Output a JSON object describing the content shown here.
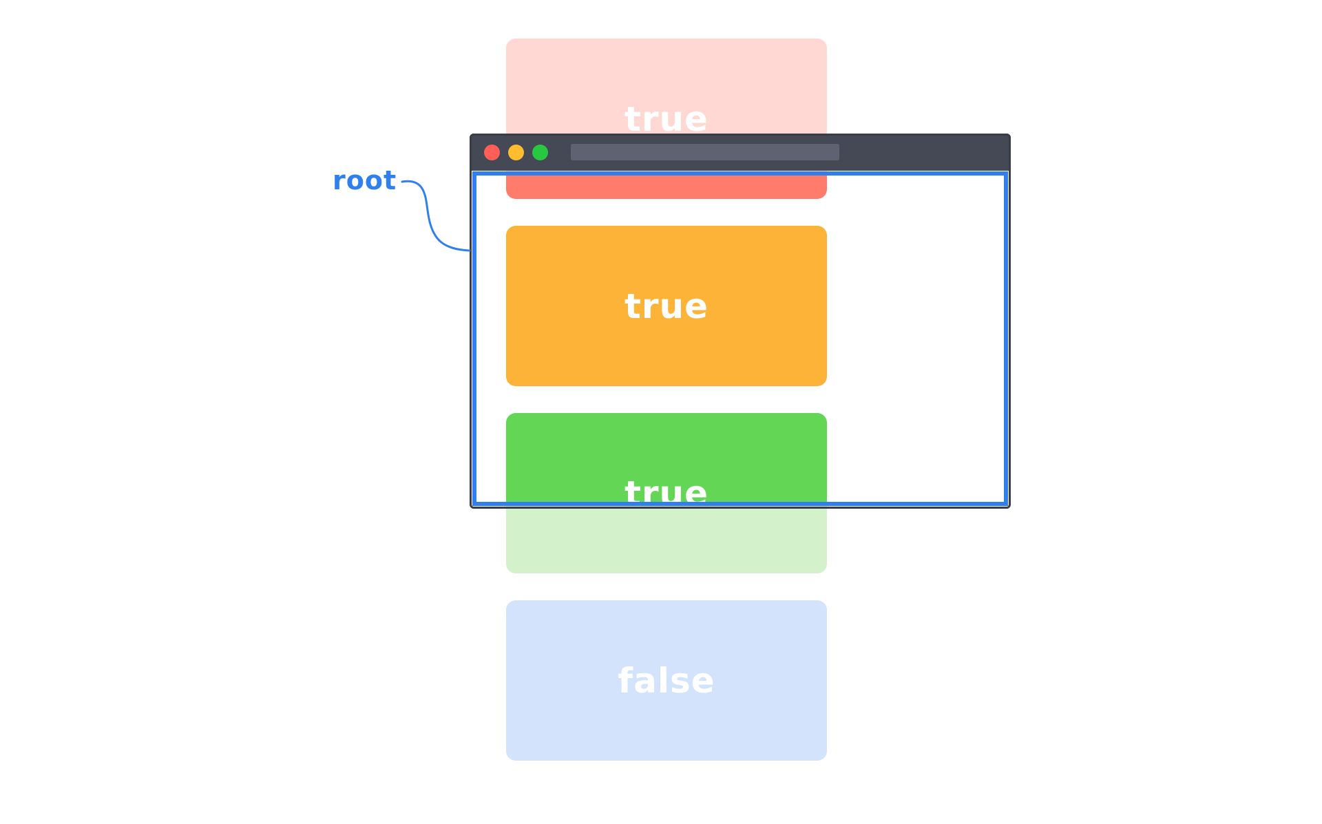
{
  "annotation": {
    "label": "root",
    "color": "#2f80ed"
  },
  "window": {
    "chrome_color": "#454855",
    "address_bar_color": "#5f6270",
    "buttons": [
      {
        "name": "close-button",
        "color": "#ff5f57"
      },
      {
        "name": "minimize-button",
        "color": "#febc2e"
      },
      {
        "name": "zoom-button",
        "color": "#28c840"
      }
    ]
  },
  "cards": [
    {
      "label": "true",
      "color": "#ff7b6b",
      "faded_color": "#ffd8d3",
      "visible": "partial"
    },
    {
      "label": "true",
      "color": "#fdb338",
      "faded_color": "#fdb338",
      "visible": "full"
    },
    {
      "label": "true",
      "color": "#63d655",
      "faded_color": "#d3f2cc",
      "visible": "partial"
    },
    {
      "label": "false",
      "color": "#d3e3fc",
      "faded_color": "#d3e3fc",
      "visible": "none"
    }
  ]
}
